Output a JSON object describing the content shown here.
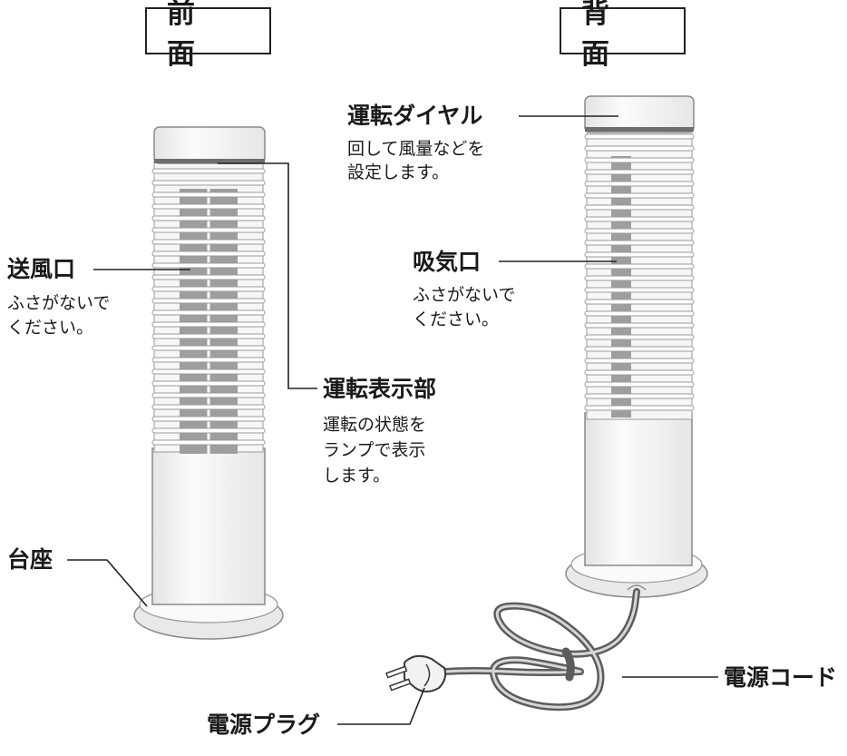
{
  "views": {
    "front": "前 面",
    "back": "背 面"
  },
  "labels": {
    "dial": "運転ダイヤル",
    "dial_desc_1": "回して風量などを",
    "dial_desc_2": "設定します。",
    "outlet": "送風口",
    "outlet_desc_1": "ふさがないで",
    "outlet_desc_2": "ください。",
    "intake": "吸気口",
    "intake_desc_1": "ふさがないで",
    "intake_desc_2": "ください。",
    "indicator": "運転表示部",
    "indicator_desc_1": "運転の状態を",
    "indicator_desc_2": "ランプで表示",
    "indicator_desc_3": "します。",
    "base": "台座",
    "cord": "電源コード",
    "plug": "電源プラグ"
  },
  "colors": {
    "outline": "#8a8a8a",
    "body_fill": "#f4f4f4",
    "grille_dark": "#9a9a9a",
    "leader": "#222222"
  }
}
